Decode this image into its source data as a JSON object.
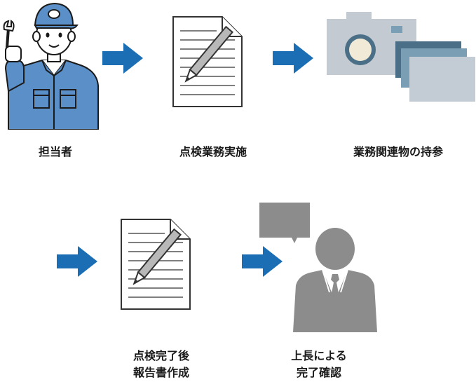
{
  "steps": [
    {
      "label": "担当者",
      "icon": "worker-icon"
    },
    {
      "label": "点検業務実施",
      "icon": "document-pen-icon"
    },
    {
      "label": "業務関連物の持参",
      "icon": "camera-photos-icon"
    },
    {
      "label_lines": [
        "点検完了後",
        "報告書作成"
      ],
      "icon": "document-pen-icon"
    },
    {
      "label_lines": [
        "上長による",
        "完了確認"
      ],
      "icon": "supervisor-icon"
    }
  ],
  "arrows": 4,
  "colors": {
    "arrow": "#1b6db4",
    "worker_uniform": "#5b8fc7",
    "camera_gray": "#c4cad2",
    "photo_dark": "#4a6f87",
    "photo_mid": "#7a9fb5",
    "photo_light": "#c3ccd4",
    "supervisor_gray": "#8c8c8c"
  }
}
